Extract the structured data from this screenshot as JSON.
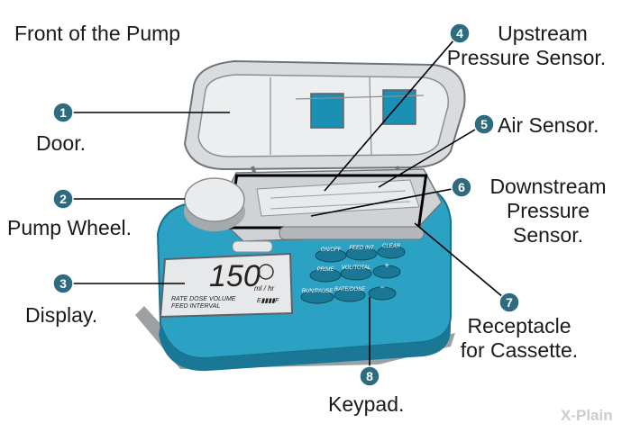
{
  "title": "Front of the Pump",
  "labels": [
    {
      "number": "1",
      "lines": [
        "Door."
      ]
    },
    {
      "number": "2",
      "lines": [
        "Pump Wheel."
      ]
    },
    {
      "number": "3",
      "lines": [
        "Display."
      ]
    },
    {
      "number": "4",
      "lines": [
        "Upstream",
        "Pressure Sensor."
      ]
    },
    {
      "number": "5",
      "lines": [
        "Air Sensor."
      ]
    },
    {
      "number": "6",
      "lines": [
        "Downstream",
        "Pressure",
        "Sensor."
      ]
    },
    {
      "number": "7",
      "lines": [
        "Receptacle",
        "for Cassette."
      ]
    },
    {
      "number": "8",
      "lines": [
        "Keypad."
      ]
    }
  ],
  "display": {
    "rate": "150",
    "unit": "ml / hr",
    "line1": "RATE DOSE VOLUME",
    "line2": "FEED INTERVAL",
    "battery": "E▮▮▮▮F"
  },
  "keys": [
    "ON/OFF",
    "FEED INT",
    "CLEAR",
    "PRIME",
    "VOL/TOTAL",
    "+",
    "RUN/PAUSE",
    "RATE/DOSE",
    "−"
  ],
  "watermark": "X-Plain",
  "colors": {
    "pump_blue": "#2ba1c4",
    "pump_blue_dark": "#1a7896",
    "marker": "#2e6b80",
    "gray_light": "#e4e6e8",
    "gray_mid": "#b3b8bc"
  }
}
